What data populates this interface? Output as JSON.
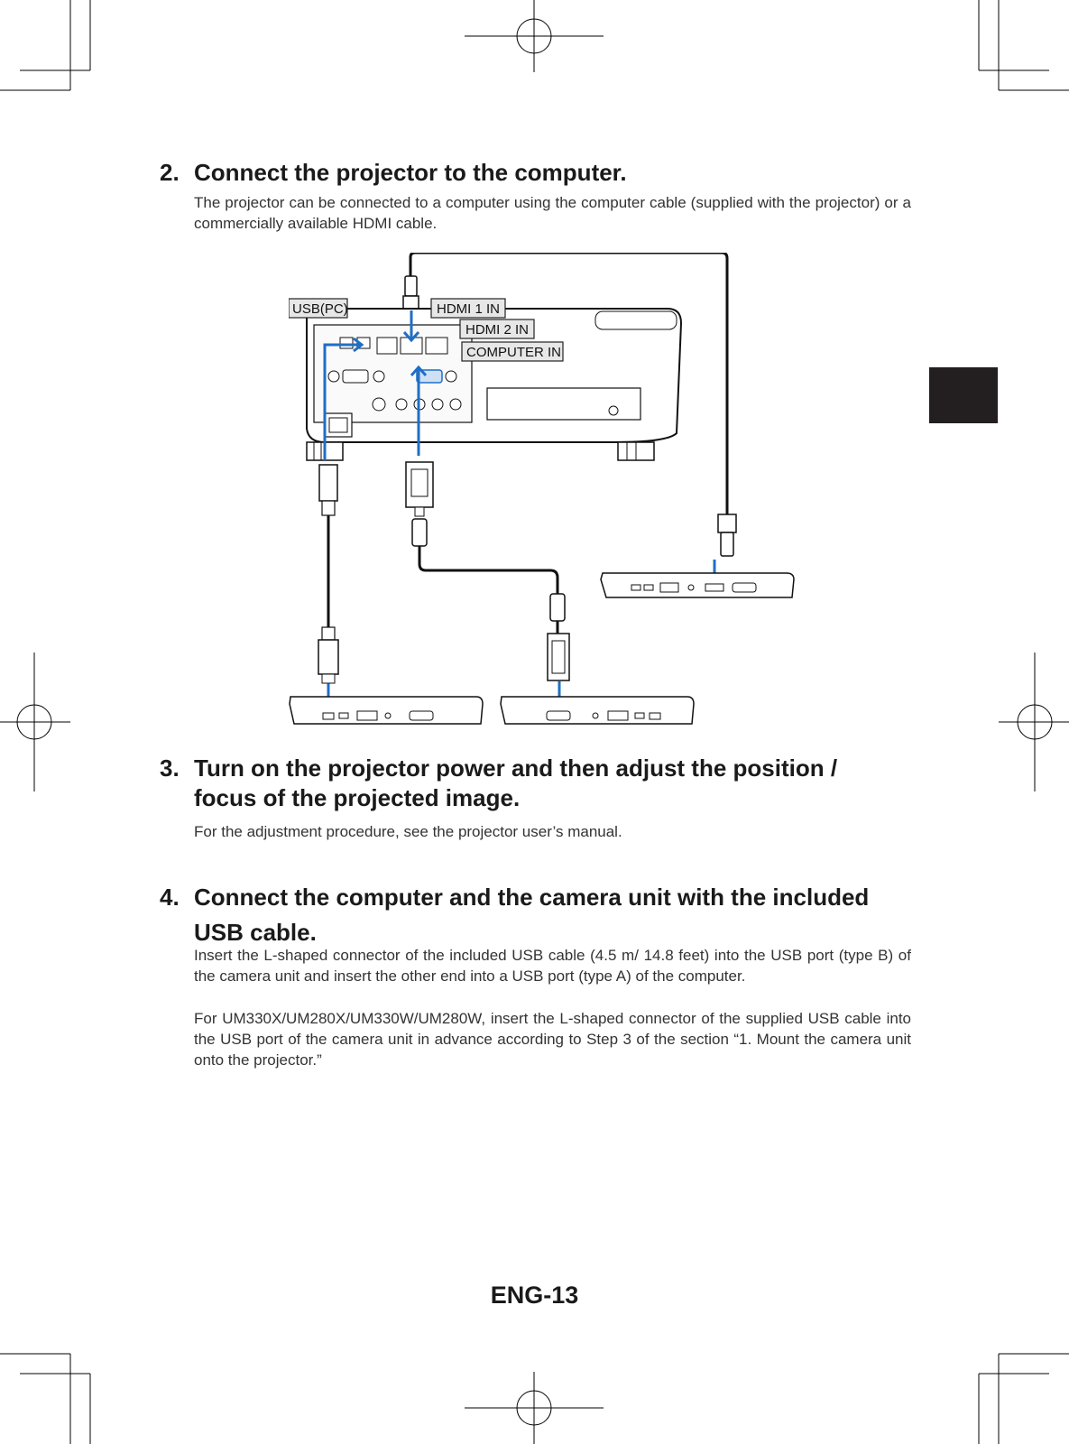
{
  "section2": {
    "number": "2.",
    "title": "Connect the projector to the computer.",
    "body": "The projector can be connected to a computer using the computer cable (supplied with the projector) or a commercially available HDMI cable."
  },
  "diagram": {
    "labels": {
      "usb_pc": "USB(PC)",
      "hdmi1": "HDMI 1 IN",
      "hdmi2": "HDMI 2 IN",
      "computer_in": "COMPUTER IN"
    },
    "accent_color": "#1f6fc5"
  },
  "section3": {
    "number": "3.",
    "title_line1": "Turn on the projector power and then adjust the position /",
    "title_line2": "focus of the projected image.",
    "body": "For the adjustment procedure, see the projector user’s manual."
  },
  "section4": {
    "number": "4.",
    "title_line1": "Connect the computer and the camera unit with the included",
    "title_line2": "USB cable.",
    "body1": "Insert the L-shaped connector of the included USB cable (4.5 m/ 14.8 feet) into the USB port (type B) of the camera unit and insert the other end into a USB port (type A) of the computer.",
    "body2": "For UM330X/UM280X/UM330W/UM280W, insert the L-shaped connector of the supplied USB cable into the USB port of the camera unit in advance according to Step 3 of the section “1. Mount the camera unit onto the projector.”"
  },
  "footer": {
    "page_number": "ENG-13"
  }
}
